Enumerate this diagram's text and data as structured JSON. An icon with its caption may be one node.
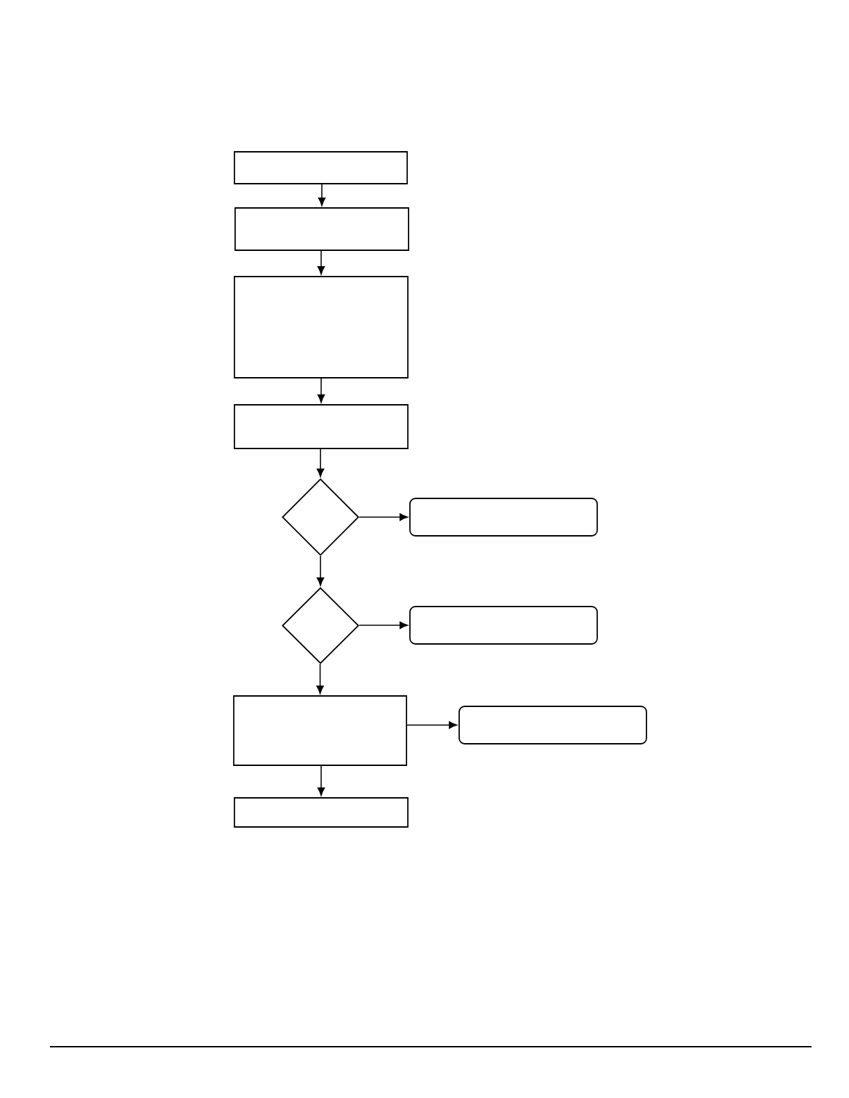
{
  "diagram": {
    "nodes": [
      {
        "text": [],
        "shape": "box"
      },
      {
        "text": [],
        "shape": "box"
      },
      {
        "text": [],
        "shape": "box"
      },
      {
        "text": [],
        "shape": "box"
      },
      {
        "text": [],
        "shape": "diamond"
      },
      {
        "text": [],
        "shape": "box"
      },
      {
        "text": [],
        "shape": "diamond"
      },
      {
        "text": [],
        "shape": "box"
      },
      {
        "text": [],
        "shape": "box"
      },
      {
        "text": [],
        "shape": "box"
      },
      {
        "text": [],
        "shape": "box"
      }
    ],
    "edges": [
      {
        "from": 0,
        "to": 1,
        "arrow": "to"
      },
      {
        "from": 1,
        "to": 2,
        "arrow": "to"
      },
      {
        "from": 2,
        "to": 3,
        "arrow": "to"
      },
      {
        "from": 3,
        "to": 4,
        "arrow": "to"
      },
      {
        "from": 4,
        "to": 5,
        "arrow": "to"
      },
      {
        "from": 4,
        "to": 6,
        "arrow": "to"
      },
      {
        "from": 6,
        "to": 7,
        "arrow": "to"
      },
      {
        "from": 6,
        "to": 8,
        "arrow": "to"
      },
      {
        "from": 8,
        "to": 9,
        "arrow": "to"
      },
      {
        "from": 8,
        "to": 10,
        "arrow": "to"
      }
    ]
  }
}
